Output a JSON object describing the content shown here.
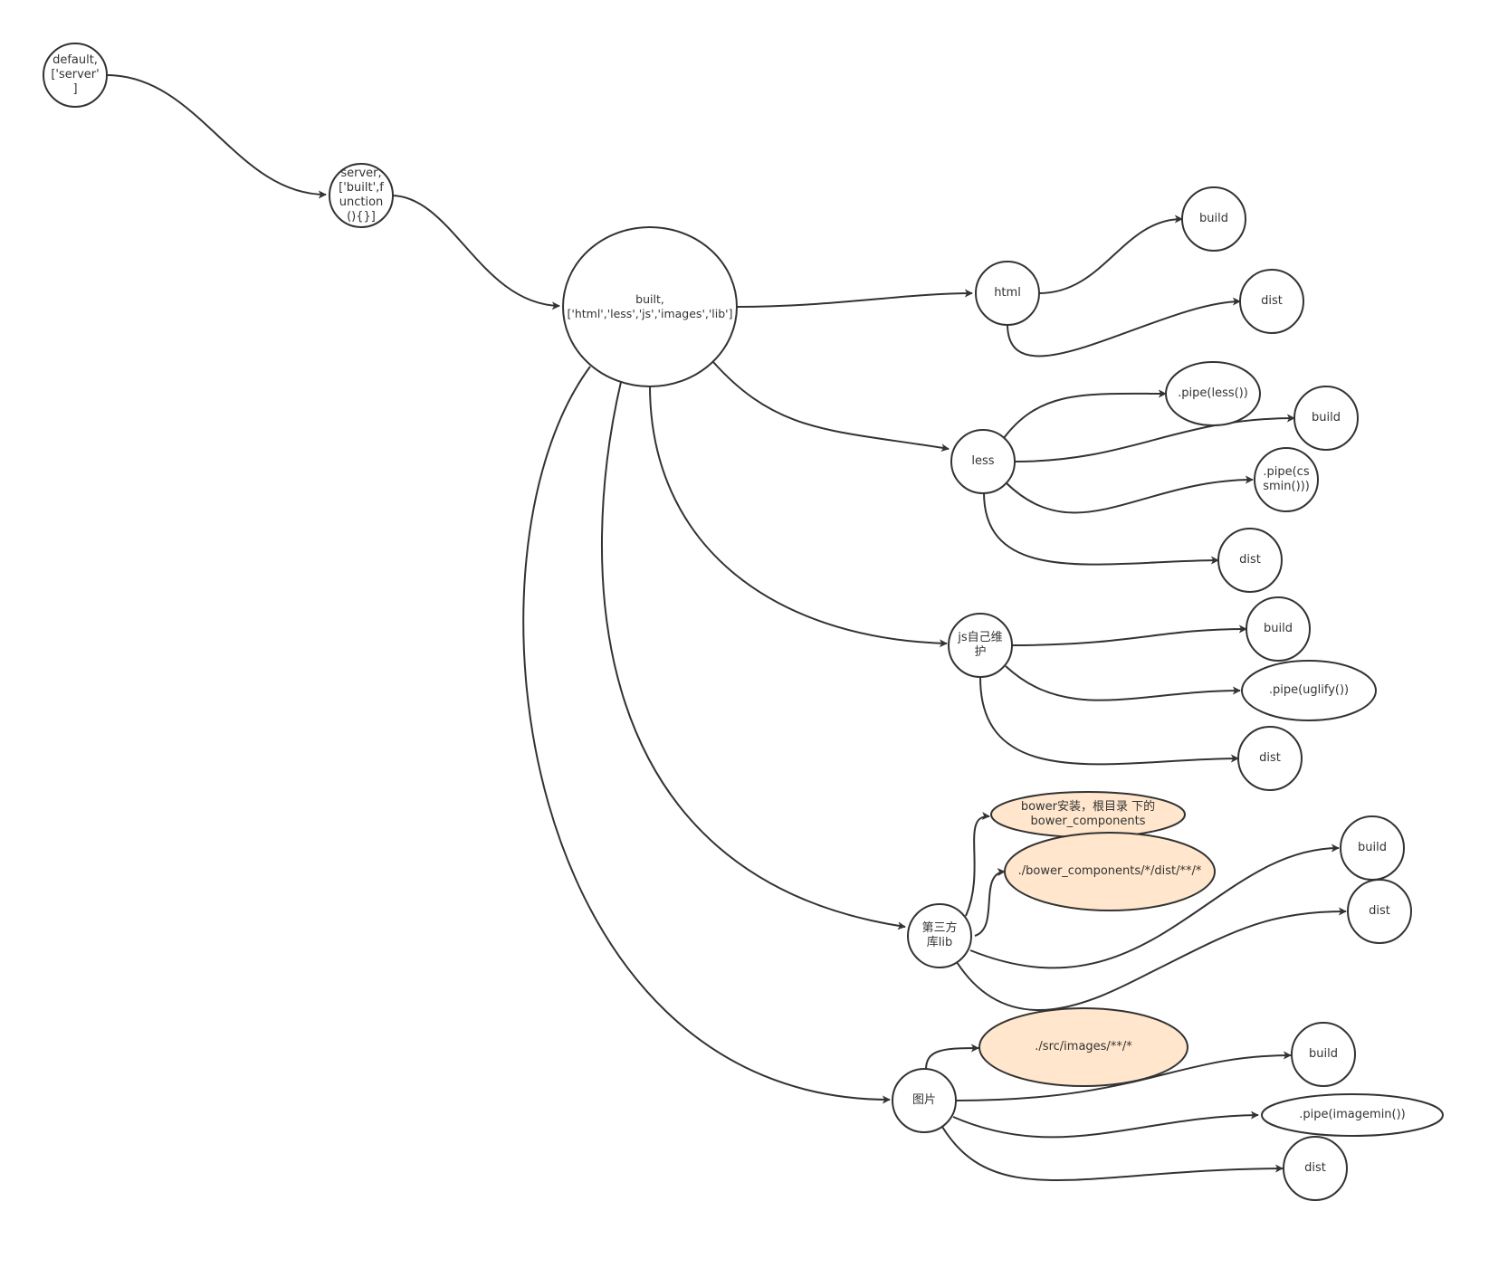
{
  "colors": {
    "stroke": "#333333",
    "node_fill": "#ffffff",
    "highlight_fill": "#ffe6cc"
  },
  "nodes": {
    "default": {
      "label": "default,\n['server'\n]"
    },
    "server": {
      "label": "server,\n['built',f\nunction\n(){}]"
    },
    "built": {
      "label": "built,\n['html','less','js','images','lib']"
    },
    "html": {
      "label": "html"
    },
    "html_build": {
      "label": "build"
    },
    "html_dist": {
      "label": "dist"
    },
    "less": {
      "label": "less"
    },
    "less_pipe_less": {
      "label": ".pipe(less())"
    },
    "less_build": {
      "label": "build"
    },
    "less_pipe_cssmin": {
      "label": ".pipe(cs\nsmin()))"
    },
    "less_dist": {
      "label": "dist"
    },
    "js": {
      "label": "js自己维\n护"
    },
    "js_build": {
      "label": "build"
    },
    "js_pipe_uglify": {
      "label": ".pipe(uglify())"
    },
    "js_dist": {
      "label": "dist"
    },
    "lib": {
      "label": "第三方\n库lib"
    },
    "lib_bower_note": {
      "label": "bower安装，根目录 下的\nbower_components"
    },
    "lib_bower_path": {
      "label": "./bower_components/*/dist/**/*"
    },
    "lib_build": {
      "label": "build"
    },
    "lib_dist": {
      "label": "dist"
    },
    "images": {
      "label": "图片"
    },
    "images_src": {
      "label": "./src/images/**/*"
    },
    "images_build": {
      "label": "build"
    },
    "images_pipe_imagemin": {
      "label": ".pipe(imagemin())"
    },
    "images_dist": {
      "label": "dist"
    }
  }
}
